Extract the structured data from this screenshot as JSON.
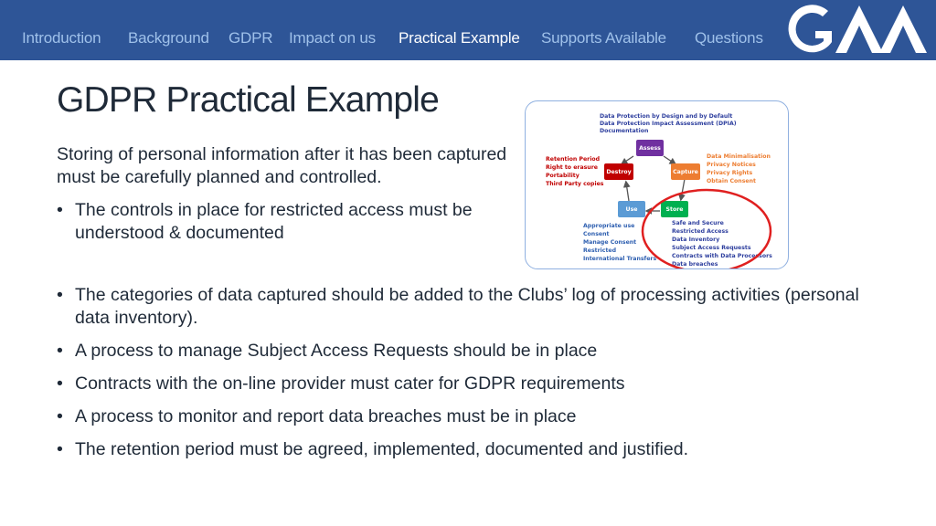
{
  "nav": {
    "items": [
      {
        "label": "Introduction",
        "active": false
      },
      {
        "label": "Background",
        "active": false
      },
      {
        "label": "GDPR",
        "active": false
      },
      {
        "label": "Impact on us",
        "active": false
      },
      {
        "label": "Practical Example",
        "active": true
      },
      {
        "label": "Supports Available",
        "active": false
      },
      {
        "label": "Questions",
        "active": false
      }
    ]
  },
  "logo": {
    "text": "GAA"
  },
  "title": "GDPR Practical Example",
  "intro": "Storing of personal information after it has been captured must be carefully planned and controlled.",
  "bullets_top": [
    "The controls in place for restricted access must be understood & documented"
  ],
  "bullets_bottom": [
    "The categories of data captured should be added to the Clubs’ log of processing activities (personal data inventory).",
    "A process to manage Subject Access Requests should be in place",
    "Contracts with the on-line provider must cater for GDPR requirements",
    "A process to monitor and report data breaches must be in place",
    "The retention period must be agreed, implemented, documented and justified."
  ],
  "bullet_symbol": "•",
  "diagram": {
    "header_lines": [
      "Data Protection by Design and by Default",
      "Data Protection Impact Assessment (DPIA)",
      "Documentation"
    ],
    "boxes": {
      "assess": "Assess",
      "destroy": "Destroy",
      "capture": "Capture",
      "use": "Use",
      "store": "Store"
    },
    "destroy_notes": [
      "Retention Period",
      "Right to erasure",
      "Portability",
      "Third Party copies"
    ],
    "capture_notes": [
      "Data Minimalisation",
      "Privacy Notices",
      "Privacy Rights",
      "Obtain Consent"
    ],
    "use_notes": [
      "Appropriate use",
      "Consent",
      "Manage Consent",
      "Restricted",
      "International Transfers"
    ],
    "store_notes": [
      "Safe and Secure",
      "Restricted Access",
      "Data Inventory",
      "Subject Access Requests",
      "Contracts with Data Processors",
      "Data breaches"
    ]
  },
  "colors": {
    "nav_bg": "#2e5597",
    "nav_text": "#9fc1ea",
    "nav_active": "#ffffff",
    "assess": "#7030a0",
    "destroy": "#c00000",
    "capture": "#ed7d31",
    "use": "#5b9bd5",
    "store": "#00b050",
    "highlight_circle": "#e02020"
  }
}
